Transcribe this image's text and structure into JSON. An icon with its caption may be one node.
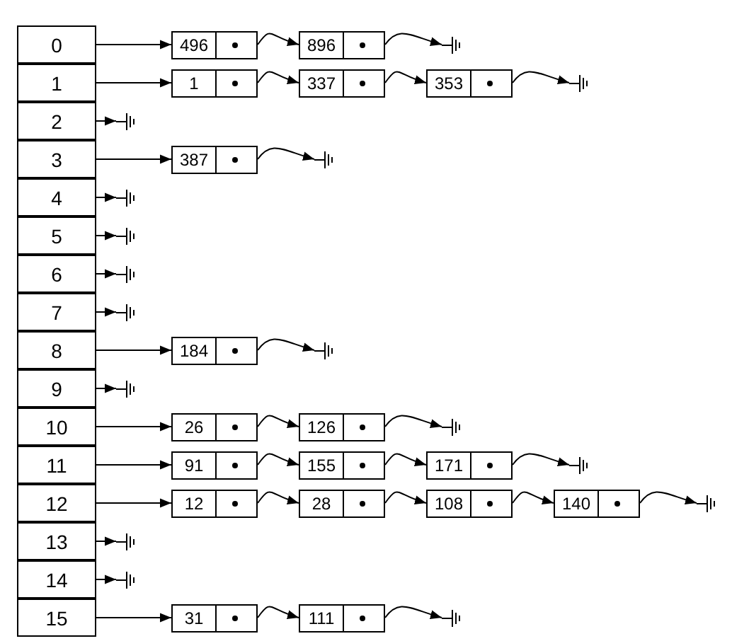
{
  "diagram": {
    "nodes": [
      {
        "text": [
          "0"
        ]
      },
      {
        "text": [
          "496"
        ]
      },
      {
        "text": [
          "896"
        ]
      },
      {
        "text": [],
        "shape": "ground"
      },
      {
        "text": [
          "1"
        ]
      },
      {
        "text": [
          "1"
        ]
      },
      {
        "text": [
          "337"
        ]
      },
      {
        "text": [
          "353"
        ]
      },
      {
        "text": [],
        "shape": "ground"
      },
      {
        "text": [
          "2"
        ]
      },
      {
        "text": [],
        "shape": "ground"
      },
      {
        "text": [
          "3"
        ]
      },
      {
        "text": [
          "387"
        ]
      },
      {
        "text": [],
        "shape": "ground"
      },
      {
        "text": [
          "4"
        ]
      },
      {
        "text": [],
        "shape": "ground"
      },
      {
        "text": [
          "5"
        ]
      },
      {
        "text": [],
        "shape": "ground"
      },
      {
        "text": [
          "6"
        ]
      },
      {
        "text": [],
        "shape": "ground"
      },
      {
        "text": [
          "7"
        ]
      },
      {
        "text": [],
        "shape": "ground"
      },
      {
        "text": [
          "8"
        ]
      },
      {
        "text": [
          "184"
        ]
      },
      {
        "text": [],
        "shape": "ground"
      },
      {
        "text": [
          "9"
        ]
      },
      {
        "text": [],
        "shape": "ground"
      },
      {
        "text": [
          "10"
        ]
      },
      {
        "text": [
          "26"
        ]
      },
      {
        "text": [
          "126"
        ]
      },
      {
        "text": [],
        "shape": "ground"
      },
      {
        "text": [
          "11"
        ]
      },
      {
        "text": [
          "91"
        ]
      },
      {
        "text": [
          "155"
        ]
      },
      {
        "text": [
          "171"
        ]
      },
      {
        "text": [],
        "shape": "ground"
      },
      {
        "text": [
          "12"
        ]
      },
      {
        "text": [
          "12"
        ]
      },
      {
        "text": [
          "28"
        ]
      },
      {
        "text": [
          "108"
        ]
      },
      {
        "text": [
          "140"
        ]
      },
      {
        "text": [],
        "shape": "ground"
      },
      {
        "text": [
          "13"
        ]
      },
      {
        "text": [],
        "shape": "ground"
      },
      {
        "text": [
          "14"
        ]
      },
      {
        "text": [],
        "shape": "ground"
      },
      {
        "text": [
          "15"
        ]
      },
      {
        "text": [
          "31"
        ]
      },
      {
        "text": [
          "111"
        ]
      },
      {
        "text": [],
        "shape": "ground"
      }
    ],
    "edges": [
      {
        "from": 0,
        "to": 1,
        "arrow": "to"
      },
      {
        "from": 1,
        "to": 2,
        "arrow": "to"
      },
      {
        "from": 2,
        "to": 3,
        "arrow": "to"
      },
      {
        "from": 4,
        "to": 5,
        "arrow": "to"
      },
      {
        "from": 5,
        "to": 6,
        "arrow": "to"
      },
      {
        "from": 6,
        "to": 7,
        "arrow": "to"
      },
      {
        "from": 7,
        "to": 8,
        "arrow": "to"
      },
      {
        "from": 9,
        "to": 10,
        "arrow": "to"
      },
      {
        "from": 11,
        "to": 12,
        "arrow": "to"
      },
      {
        "from": 12,
        "to": 13,
        "arrow": "to"
      },
      {
        "from": 14,
        "to": 15,
        "arrow": "to"
      },
      {
        "from": 16,
        "to": 17,
        "arrow": "to"
      },
      {
        "from": 18,
        "to": 19,
        "arrow": "to"
      },
      {
        "from": 20,
        "to": 21,
        "arrow": "to"
      },
      {
        "from": 22,
        "to": 23,
        "arrow": "to"
      },
      {
        "from": 23,
        "to": 24,
        "arrow": "to"
      },
      {
        "from": 25,
        "to": 26,
        "arrow": "to"
      },
      {
        "from": 27,
        "to": 28,
        "arrow": "to"
      },
      {
        "from": 28,
        "to": 29,
        "arrow": "to"
      },
      {
        "from": 29,
        "to": 30,
        "arrow": "to"
      },
      {
        "from": 31,
        "to": 32,
        "arrow": "to"
      },
      {
        "from": 32,
        "to": 33,
        "arrow": "to"
      },
      {
        "from": 33,
        "to": 34,
        "arrow": "to"
      },
      {
        "from": 34,
        "to": 35,
        "arrow": "to"
      },
      {
        "from": 36,
        "to": 37,
        "arrow": "to"
      },
      {
        "from": 37,
        "to": 38,
        "arrow": "to"
      },
      {
        "from": 38,
        "to": 39,
        "arrow": "to"
      },
      {
        "from": 39,
        "to": 40,
        "arrow": "to"
      },
      {
        "from": 40,
        "to": 41,
        "arrow": "to"
      },
      {
        "from": 42,
        "to": 43,
        "arrow": "to"
      },
      {
        "from": 44,
        "to": 45,
        "arrow": "to"
      },
      {
        "from": 46,
        "to": 47,
        "arrow": "to"
      },
      {
        "from": 47,
        "to": 48,
        "arrow": "to"
      },
      {
        "from": 48,
        "to": 49,
        "arrow": "to"
      }
    ]
  }
}
